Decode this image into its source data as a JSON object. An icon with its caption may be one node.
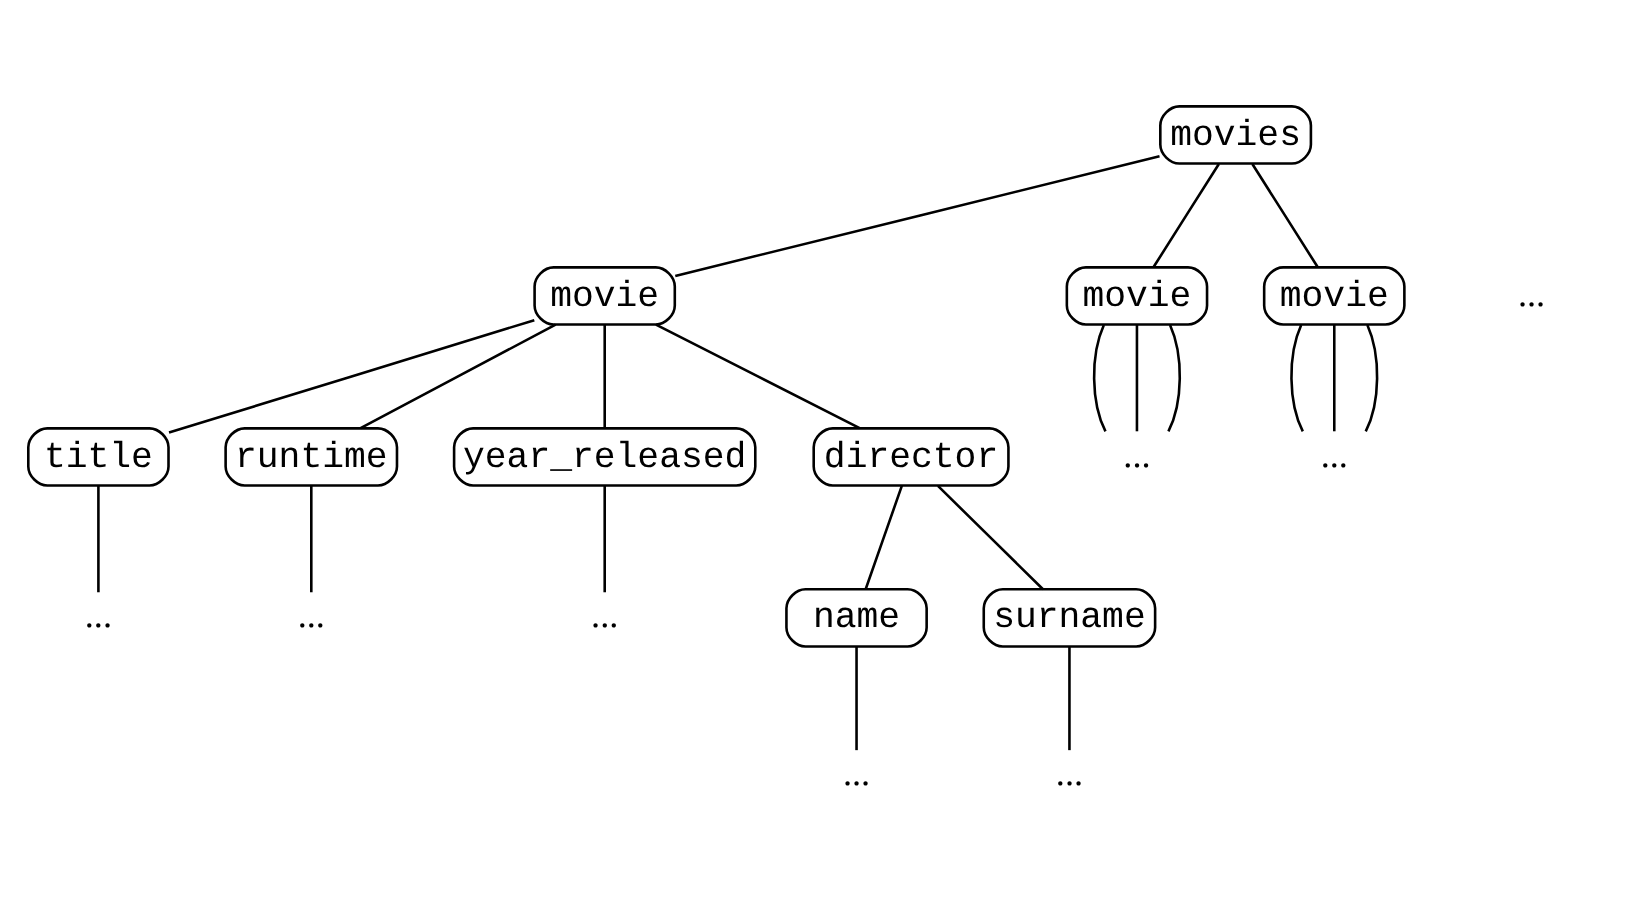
{
  "diagram": {
    "nodes": [
      {
        "text": [
          "movies"
        ]
      },
      {
        "text": [
          "movie"
        ]
      },
      {
        "text": [
          "movie"
        ]
      },
      {
        "text": [
          "movie"
        ]
      },
      {
        "text": [
          "..."
        ]
      },
      {
        "text": [
          "..."
        ]
      },
      {
        "text": [
          "title"
        ]
      },
      {
        "text": [
          "runtime"
        ]
      },
      {
        "text": [
          "year_released"
        ]
      },
      {
        "text": [
          "director"
        ]
      },
      {
        "text": [
          "..."
        ]
      },
      {
        "text": [
          "..."
        ]
      },
      {
        "text": [
          "..."
        ]
      },
      {
        "text": [
          "name"
        ]
      },
      {
        "text": [
          "surname"
        ]
      },
      {
        "text": [
          "..."
        ]
      },
      {
        "text": [
          "..."
        ]
      }
    ],
    "edges": [
      {
        "from": 0,
        "to": 1,
        "arrow": "none"
      },
      {
        "from": 0,
        "to": 2,
        "arrow": "none"
      },
      {
        "from": 0,
        "to": 3,
        "arrow": "none"
      },
      {
        "from": 2,
        "to": 4,
        "arrow": "none"
      },
      {
        "from": 2,
        "to": 4,
        "arrow": "none"
      },
      {
        "from": 2,
        "to": 4,
        "arrow": "none"
      },
      {
        "from": 3,
        "to": 5,
        "arrow": "none"
      },
      {
        "from": 3,
        "to": 5,
        "arrow": "none"
      },
      {
        "from": 3,
        "to": 5,
        "arrow": "none"
      },
      {
        "from": 1,
        "to": 6,
        "arrow": "none"
      },
      {
        "from": 1,
        "to": 7,
        "arrow": "none"
      },
      {
        "from": 1,
        "to": 8,
        "arrow": "none"
      },
      {
        "from": 1,
        "to": 9,
        "arrow": "none"
      },
      {
        "from": 6,
        "to": 10,
        "arrow": "none"
      },
      {
        "from": 7,
        "to": 11,
        "arrow": "none"
      },
      {
        "from": 8,
        "to": 12,
        "arrow": "none"
      },
      {
        "from": 9,
        "to": 13,
        "arrow": "none"
      },
      {
        "from": 9,
        "to": 14,
        "arrow": "none"
      },
      {
        "from": 13,
        "to": 15,
        "arrow": "none"
      },
      {
        "from": 14,
        "to": 16,
        "arrow": "none"
      }
    ],
    "labels": [
      "..."
    ]
  }
}
